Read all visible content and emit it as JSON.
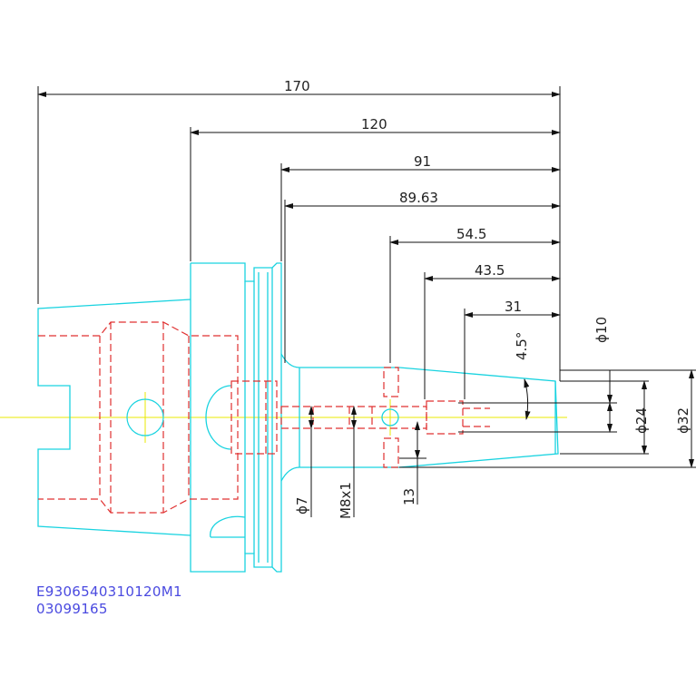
{
  "drawing": {
    "horizontal_dimensions": [
      "170",
      "120",
      "91",
      "89.63",
      "54.5",
      "43.5",
      "31"
    ],
    "angle_label": "4.5°",
    "diameters_right": [
      "ϕ10",
      "ϕ24",
      "ϕ32"
    ],
    "lower_labels": [
      "ϕ7",
      "M8x1",
      "13"
    ],
    "part_code": "E9306540310120M1",
    "part_number": "03099165"
  },
  "colors": {
    "outline": "#19d3e0",
    "hidden": "#e03030",
    "centerline": "#e8e800",
    "dimension": "#111111",
    "code_text": "#4a4ae0"
  }
}
